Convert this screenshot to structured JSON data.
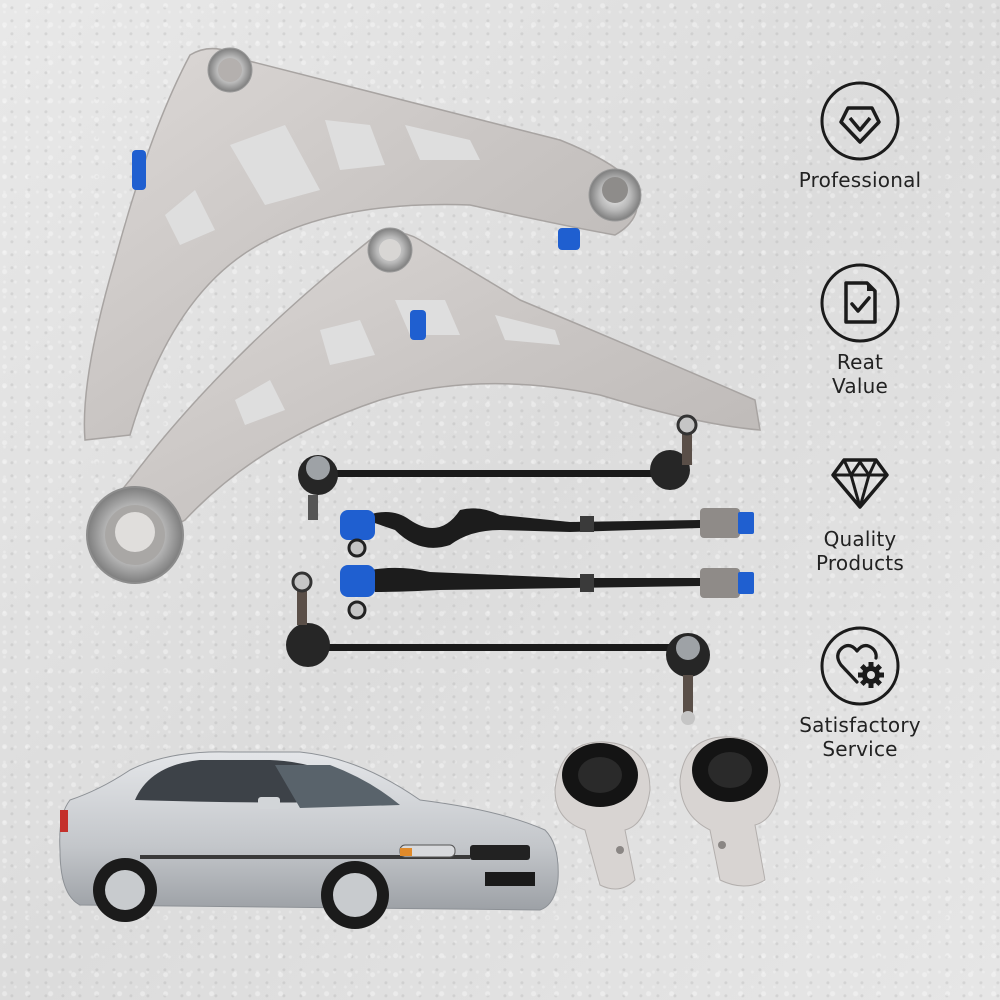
{
  "features": [
    {
      "label_lines": [
        "Professional"
      ],
      "icon": "gem-badge-icon"
    },
    {
      "label_lines": [
        "Reat",
        "Value"
      ],
      "icon": "document-check-icon"
    },
    {
      "label_lines": [
        "Quality",
        "Products"
      ],
      "icon": "diamond-icon"
    },
    {
      "label_lines": [
        "Satisfactory",
        "Service"
      ],
      "icon": "heart-gear-icon"
    }
  ],
  "colors": {
    "background": "#e3e3e3",
    "text": "#222222",
    "aluminum": "#cfcbc9",
    "accent_blue": "#1f5fd0",
    "rubber_black": "#1a1a1a",
    "car_silver": "#c9ccd0"
  },
  "products": {
    "items": [
      "control-arm-upper",
      "control-arm-lower",
      "stabilizer-link-top",
      "tie-rod-top",
      "tie-rod-bottom",
      "stabilizer-link-bottom",
      "bushing-left",
      "bushing-right"
    ],
    "vehicle": "silver-sedan"
  }
}
